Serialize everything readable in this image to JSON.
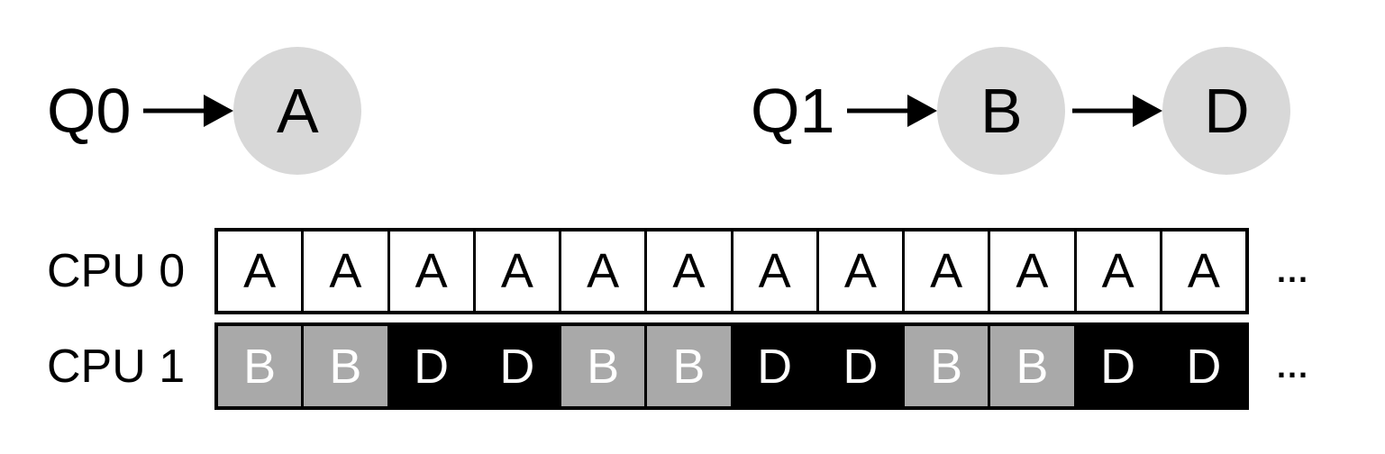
{
  "queues": [
    {
      "label": "Q0",
      "jobs": [
        "A"
      ]
    },
    {
      "label": "Q1",
      "jobs": [
        "B",
        "D"
      ]
    }
  ],
  "timeline": {
    "rows": [
      {
        "label": "CPU 0",
        "cells": [
          "A",
          "A",
          "A",
          "A",
          "A",
          "A",
          "A",
          "A",
          "A",
          "A",
          "A",
          "A"
        ],
        "ellipsis": "..."
      },
      {
        "label": "CPU 1",
        "cells": [
          "B",
          "B",
          "D",
          "D",
          "B",
          "B",
          "D",
          "D",
          "B",
          "B",
          "D",
          "D"
        ],
        "ellipsis": "..."
      }
    ]
  },
  "icons": {
    "arrow": "right-arrow-icon"
  },
  "colors": {
    "background": "#ffffff",
    "text": "#000000",
    "queue_circle_fill": "#d8d8d8",
    "arrow": "#000000",
    "grid_border": "#000000",
    "cell_colors": {
      "A": {
        "bg": "#ffffff",
        "text": "#000000"
      },
      "B": {
        "bg": "#a9a9a9",
        "text": "#ffffff"
      },
      "D": {
        "bg": "#000000",
        "text": "#ffffff"
      }
    }
  }
}
